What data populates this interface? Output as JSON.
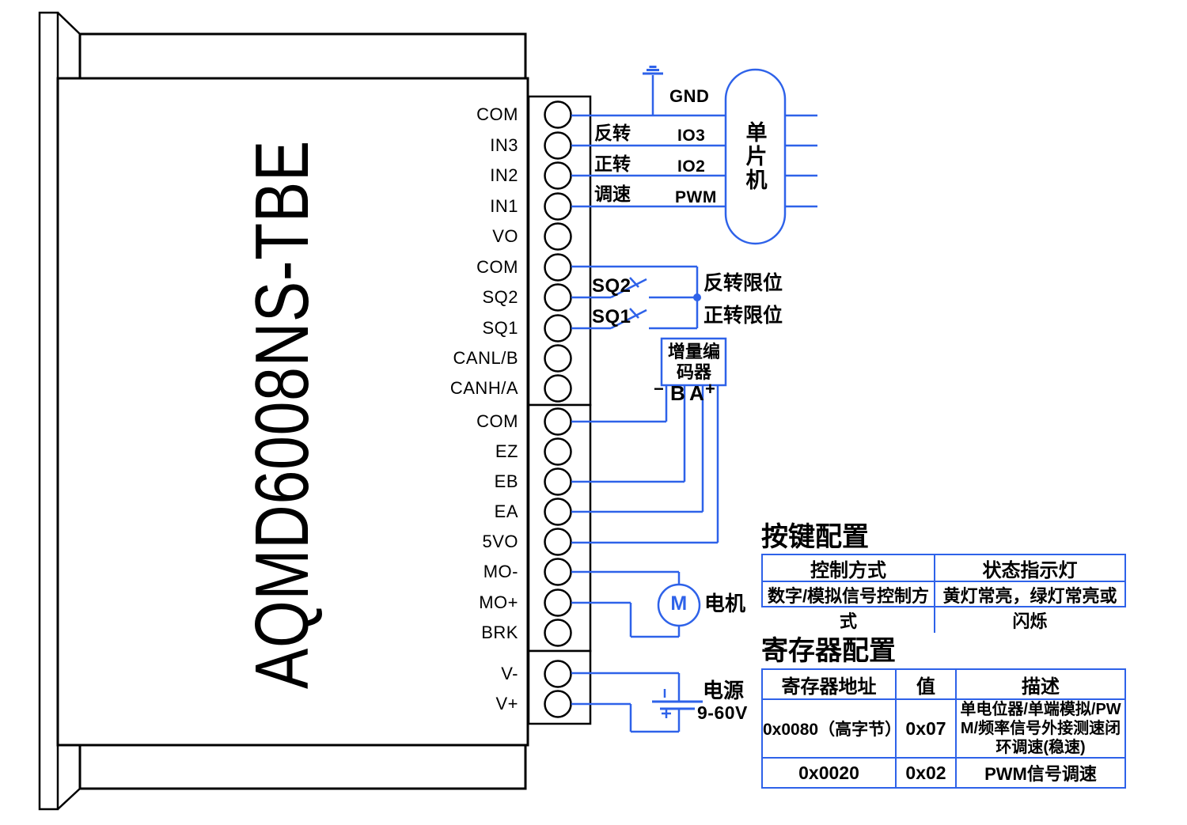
{
  "device": {
    "model": "AQMD6008NS-TBE",
    "terminals": [
      {
        "label": "COM"
      },
      {
        "label": "IN3"
      },
      {
        "label": "IN2"
      },
      {
        "label": "IN1"
      },
      {
        "label": "VO"
      },
      {
        "label": "COM"
      },
      {
        "label": "SQ2"
      },
      {
        "label": "SQ1"
      },
      {
        "label": "CANL/B"
      },
      {
        "label": "CANH/A"
      },
      {
        "label": "COM"
      },
      {
        "label": "EZ"
      },
      {
        "label": "EB"
      },
      {
        "label": "EA"
      },
      {
        "label": "5VO"
      },
      {
        "label": "MO-"
      },
      {
        "label": "MO+"
      },
      {
        "label": "BRK"
      },
      {
        "label": "V-"
      },
      {
        "label": "V+"
      }
    ]
  },
  "mcu": {
    "label": "单片机",
    "gnd": "GND",
    "io3": "IO3",
    "io2": "IO2",
    "pwm": "PWM"
  },
  "signals": {
    "reverse": "反转",
    "forward": "正转",
    "speed": "调速"
  },
  "limits": {
    "sq2": "SQ2",
    "sq1": "SQ1",
    "reverse_limit": "反转限位",
    "forward_limit": "正转限位"
  },
  "encoder": {
    "name": "增量编码器",
    "pin_minus": "−",
    "pin_b": "B",
    "pin_a": "A",
    "pin_plus": "+"
  },
  "motor": {
    "symbol": "M",
    "label": "电机"
  },
  "power": {
    "label": "电源",
    "voltage": "9-60V"
  },
  "tables": {
    "key_config": {
      "title": "按键配置",
      "headers": [
        "控制方式",
        "状态指示灯"
      ],
      "rows": [
        [
          "数字/模拟信号控制方式",
          "黄灯常亮，绿灯常亮或闪烁"
        ]
      ]
    },
    "register_config": {
      "title": "寄存器配置",
      "headers": [
        "寄存器地址",
        "值",
        "描述"
      ],
      "rows": [
        [
          "0x0080（高字节）",
          "0x07",
          "单电位器/单端模拟/PWM/频率信号外接测速闭环调速(稳速)"
        ],
        [
          "0x0020",
          "0x02",
          "PWM信号调速"
        ]
      ]
    }
  },
  "colors": {
    "wire_blue": "#2E62E9",
    "line_black": "#000000"
  }
}
